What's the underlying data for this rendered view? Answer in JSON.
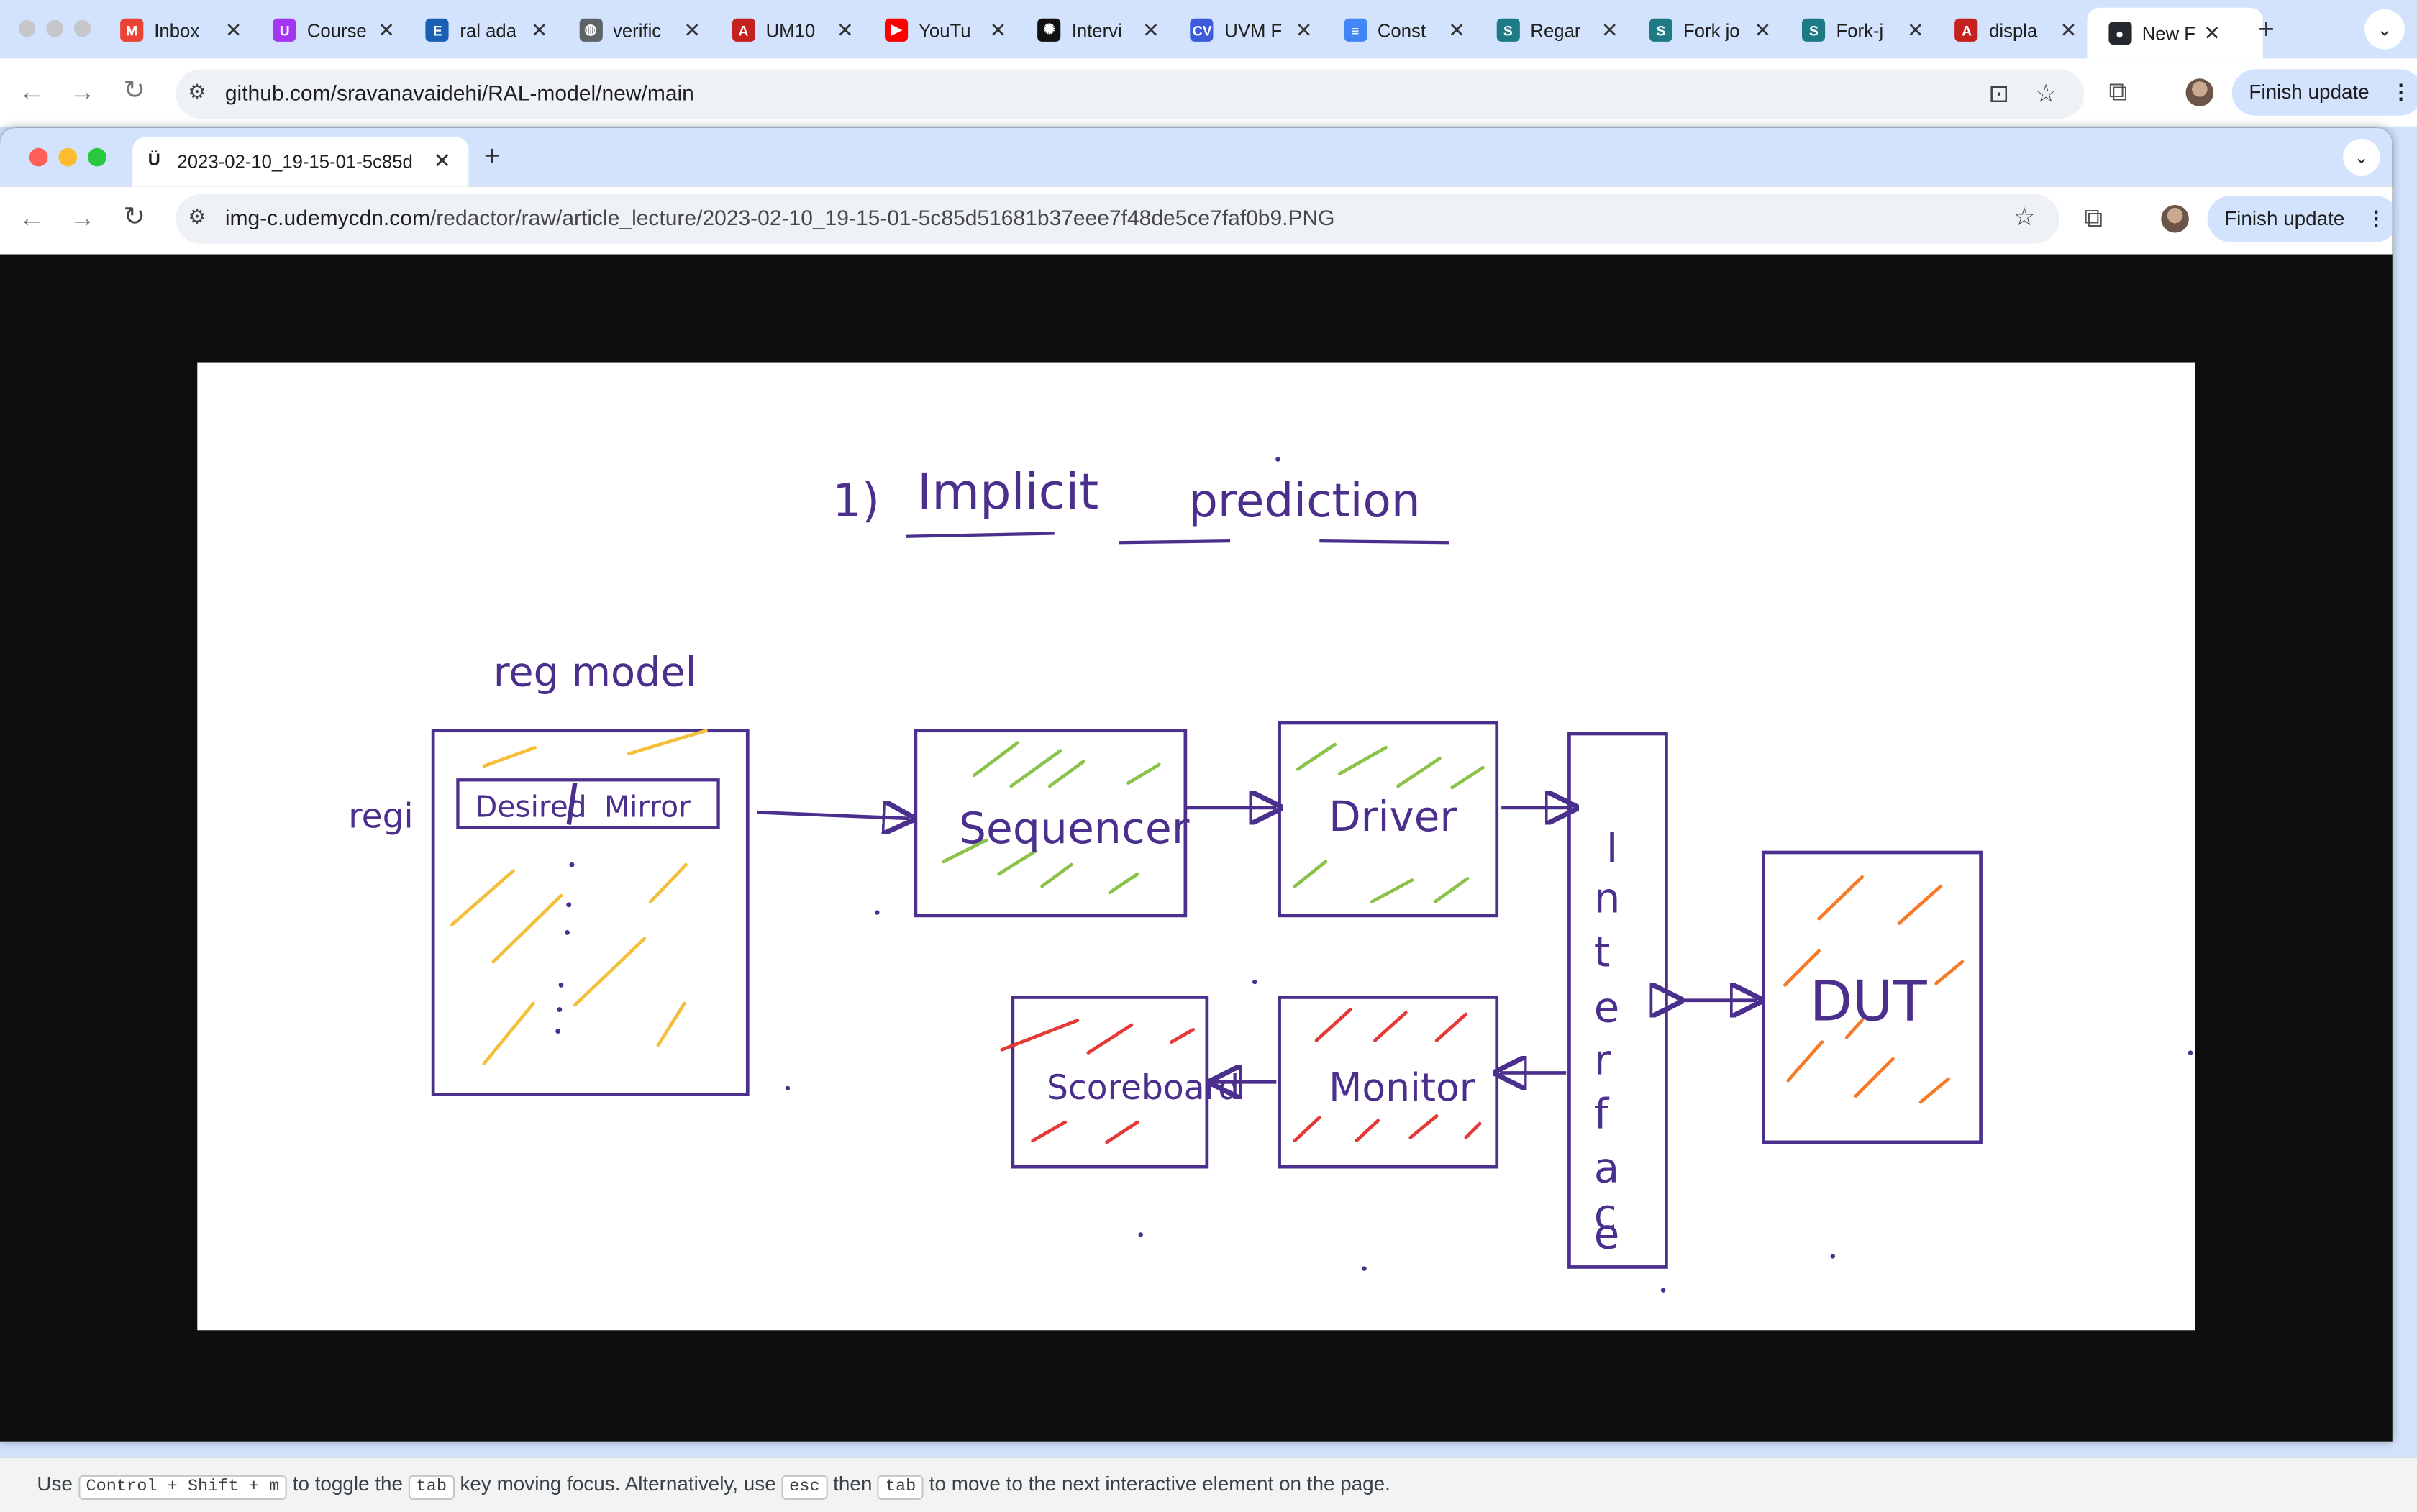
{
  "back_window": {
    "tabs": [
      {
        "label": "Inbox",
        "icon": "gmail-icon",
        "color": "#ea4335",
        "glyph": "M"
      },
      {
        "label": "Course",
        "icon": "udemy-icon",
        "color": "#a435f0",
        "glyph": "U"
      },
      {
        "label": "ral ada",
        "icon": "eda-icon",
        "color": "#1a5fb4",
        "glyph": "E"
      },
      {
        "label": "verific",
        "icon": "globe-icon",
        "color": "#5f6368",
        "glyph": "◍"
      },
      {
        "label": "UM10",
        "icon": "pdf-icon",
        "color": "#c5221f",
        "glyph": "A"
      },
      {
        "label": "YouTu",
        "icon": "youtube-icon",
        "color": "#ff0000",
        "glyph": "▶"
      },
      {
        "label": "Intervi",
        "icon": "openai-icon",
        "color": "#111111",
        "glyph": "✺"
      },
      {
        "label": "UVM F",
        "icon": "cv-icon",
        "color": "#3b5bdb",
        "glyph": "CV"
      },
      {
        "label": "Const",
        "icon": "docs-icon",
        "color": "#4285f4",
        "glyph": "≡"
      },
      {
        "label": "Regar",
        "icon": "scribd-icon",
        "color": "#1e7b85",
        "glyph": "S"
      },
      {
        "label": "Fork jo",
        "icon": "scribd-icon",
        "color": "#1e7b85",
        "glyph": "S"
      },
      {
        "label": "Fork-j",
        "icon": "scribd-icon",
        "color": "#1e7b85",
        "glyph": "S"
      },
      {
        "label": "displa",
        "icon": "pdf-icon",
        "color": "#c5221f",
        "glyph": "A"
      },
      {
        "label": "New F",
        "icon": "github-icon",
        "color": "#24292f",
        "glyph": "●"
      }
    ],
    "url": "github.com/sravanavaidehi/RAL-model/new/main",
    "finish_update": "Finish update"
  },
  "front_window": {
    "tab_title": "2023-02-10_19-15-01-5c85d",
    "url_host": "img-c.udemycdn.com",
    "url_path": "/redactor/raw/article_lecture/2023-02-10_19-15-01-5c85d51681b37eee7f48de5ce7faf0b9.PNG",
    "finish_update": "Finish update"
  },
  "diagram": {
    "title_number": "1)",
    "title_word1": "Implicit",
    "title_word2": "prediction",
    "reg_model_label": "reg model",
    "reg_side_label": "regi",
    "desired_label": "Desired",
    "mirror_label": "Mirror",
    "sequencer": "Sequencer",
    "driver": "Driver",
    "interface_letters": [
      "I",
      "n",
      "t",
      "e",
      "r",
      "f",
      "a",
      "c",
      "e"
    ],
    "dut": "DUT",
    "monitor": "Monitor",
    "scoreboard": "Scoreboard",
    "colors": {
      "ink": "#4b2f8c",
      "green": "#8bc34a",
      "yellow": "#f4c03c",
      "red": "#e53935",
      "orange": "#f47b2a"
    }
  },
  "footer": {
    "t1": "Use",
    "k1": "Control + Shift + m",
    "t2": "to toggle the",
    "k2": "tab",
    "t3": "key moving focus. Alternatively, use",
    "k3": "esc",
    "t4": "then",
    "k4": "tab",
    "t5": "to move to the next interactive element on the page."
  }
}
